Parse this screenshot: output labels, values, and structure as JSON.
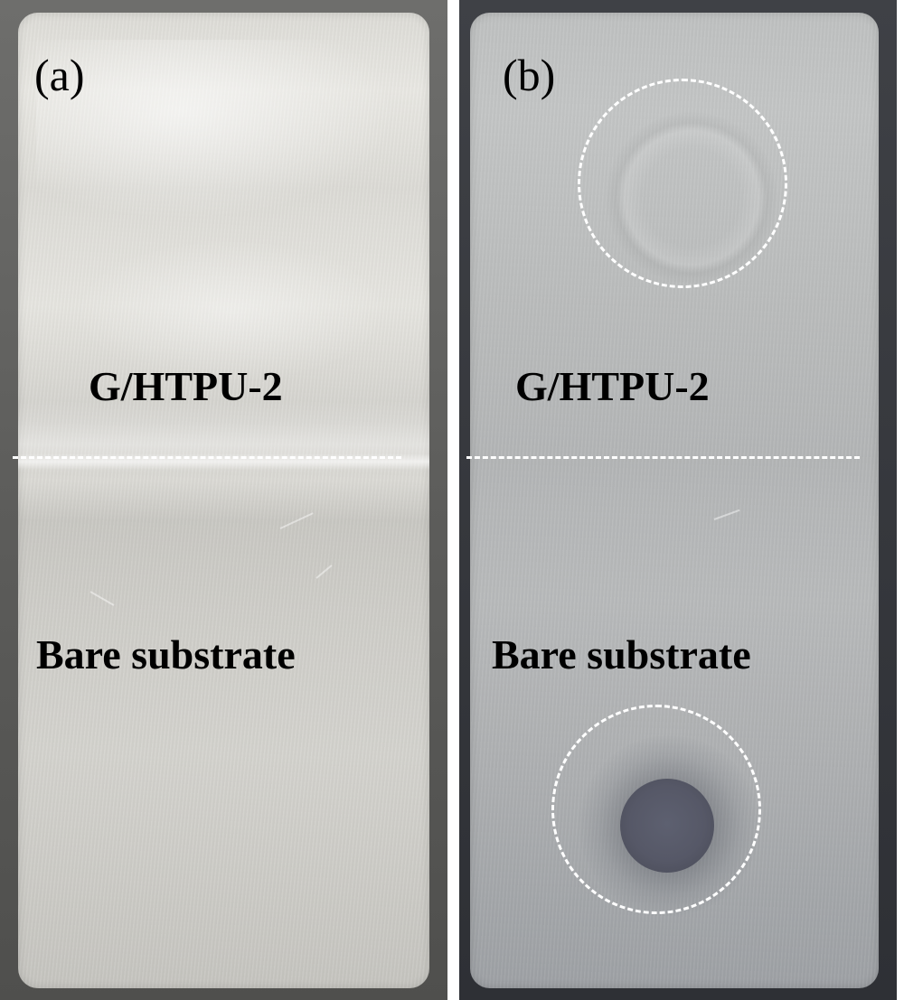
{
  "panels": [
    {
      "letter": "(a)",
      "coating_label": "G/HTPU-2",
      "substrate_label": "Bare substrate"
    },
    {
      "letter": "(b)",
      "coating_label": "G/HTPU-2",
      "substrate_label": "Bare substrate"
    }
  ],
  "colors": {
    "annotation": "#ffffff",
    "text": "#000000"
  }
}
